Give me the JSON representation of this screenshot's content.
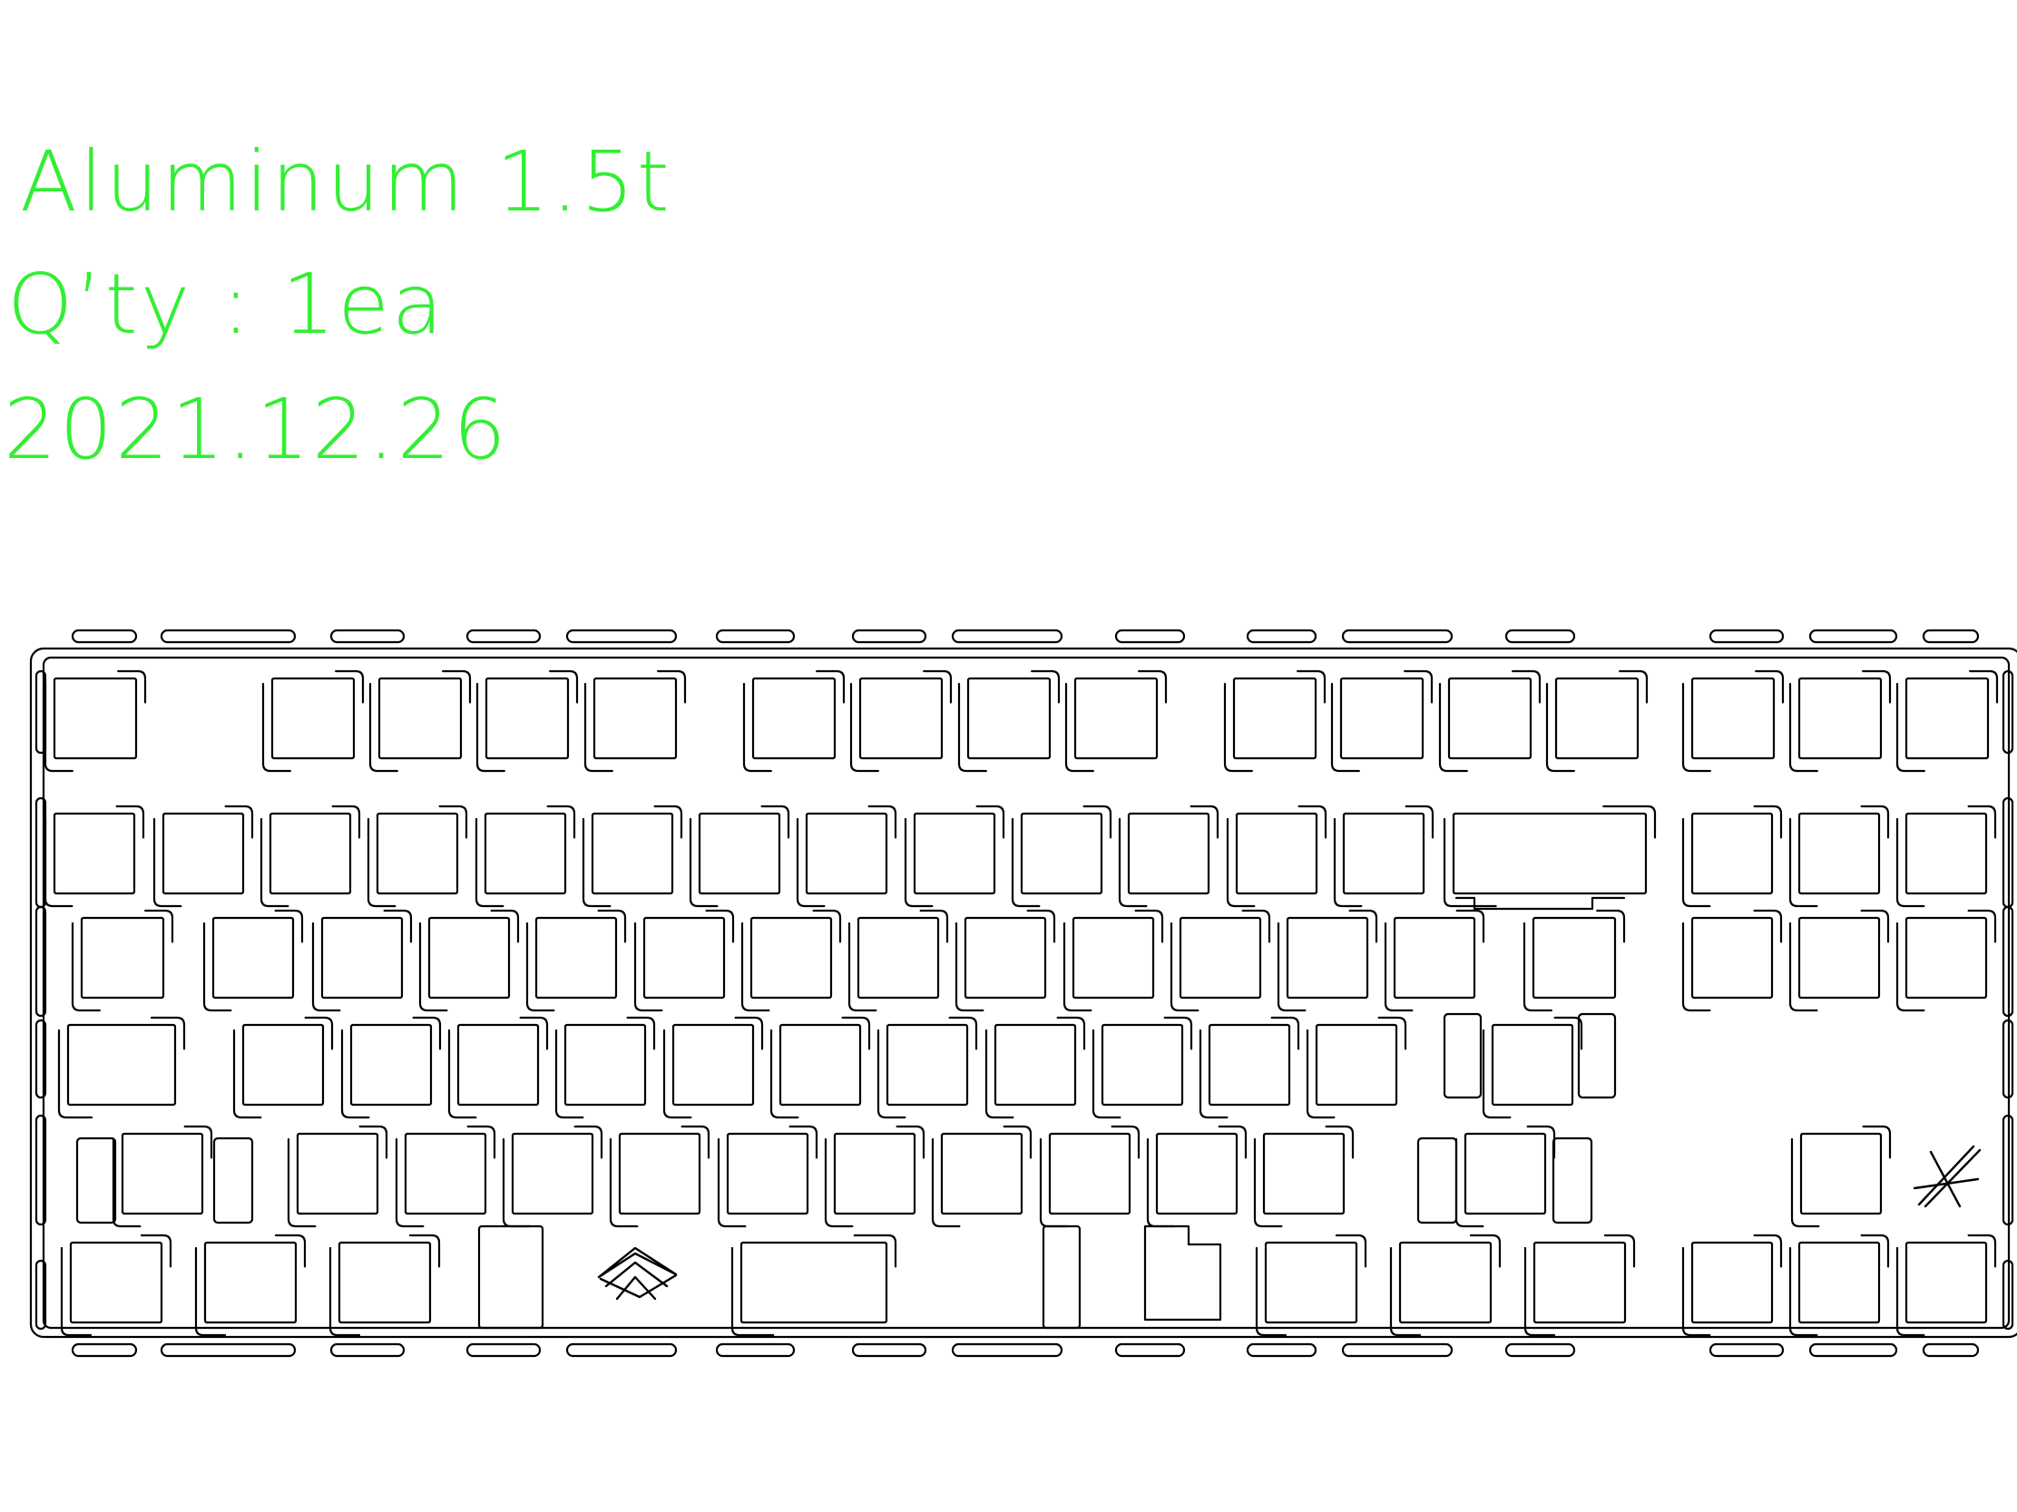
{
  "annotations": {
    "material": "Aluminum 1.5t",
    "quantity": "Q’ty : 1ea",
    "date": "2021.12.26"
  },
  "drawing": {
    "subject": "keyboard plate cut layout",
    "line_color": "#000000",
    "annotation_color": "#33ee33",
    "logo_icon": "brand-logo-icon"
  }
}
